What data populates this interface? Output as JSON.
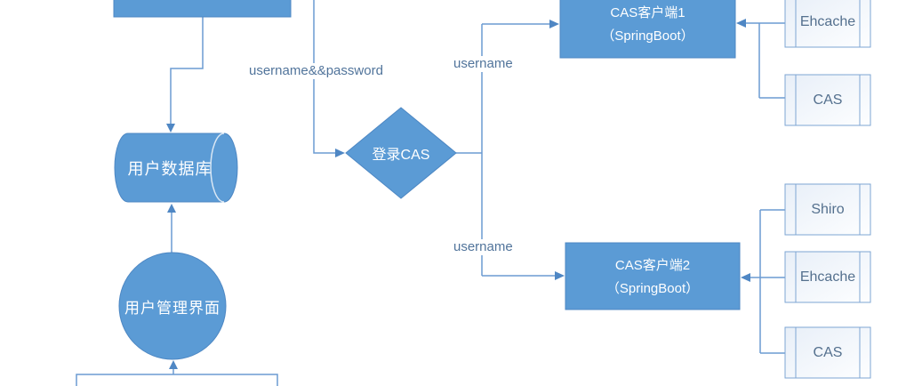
{
  "diagram": {
    "colors": {
      "shape_fill": "#5b9bd5",
      "shape_border": "#4d87c3",
      "connector_line": "#6b9bd2",
      "arrowhead": "#4f87c4",
      "edge_label_text": "#51749b",
      "component_text": "#54708e",
      "component_border": "#7ea6d3"
    },
    "nodes": {
      "user_db": {
        "label": "用户数据库"
      },
      "user_mgmt": {
        "label": "用户管理界面"
      },
      "login_cas": {
        "label": "登录CAS"
      },
      "cas_client1": {
        "title": "CAS客户端1",
        "subtitle": "（SpringBoot）"
      },
      "cas_client2": {
        "title": "CAS客户端2",
        "subtitle": "（SpringBoot）"
      },
      "client1_components": [
        {
          "label": "Ehcache"
        },
        {
          "label": "CAS"
        }
      ],
      "client2_components": [
        {
          "label": "Shiro"
        },
        {
          "label": "Ehcache"
        },
        {
          "label": "CAS"
        }
      ]
    },
    "edge_labels": {
      "credentials": "username&&password",
      "username_to_client1": "username",
      "username_to_client2": "username"
    }
  }
}
